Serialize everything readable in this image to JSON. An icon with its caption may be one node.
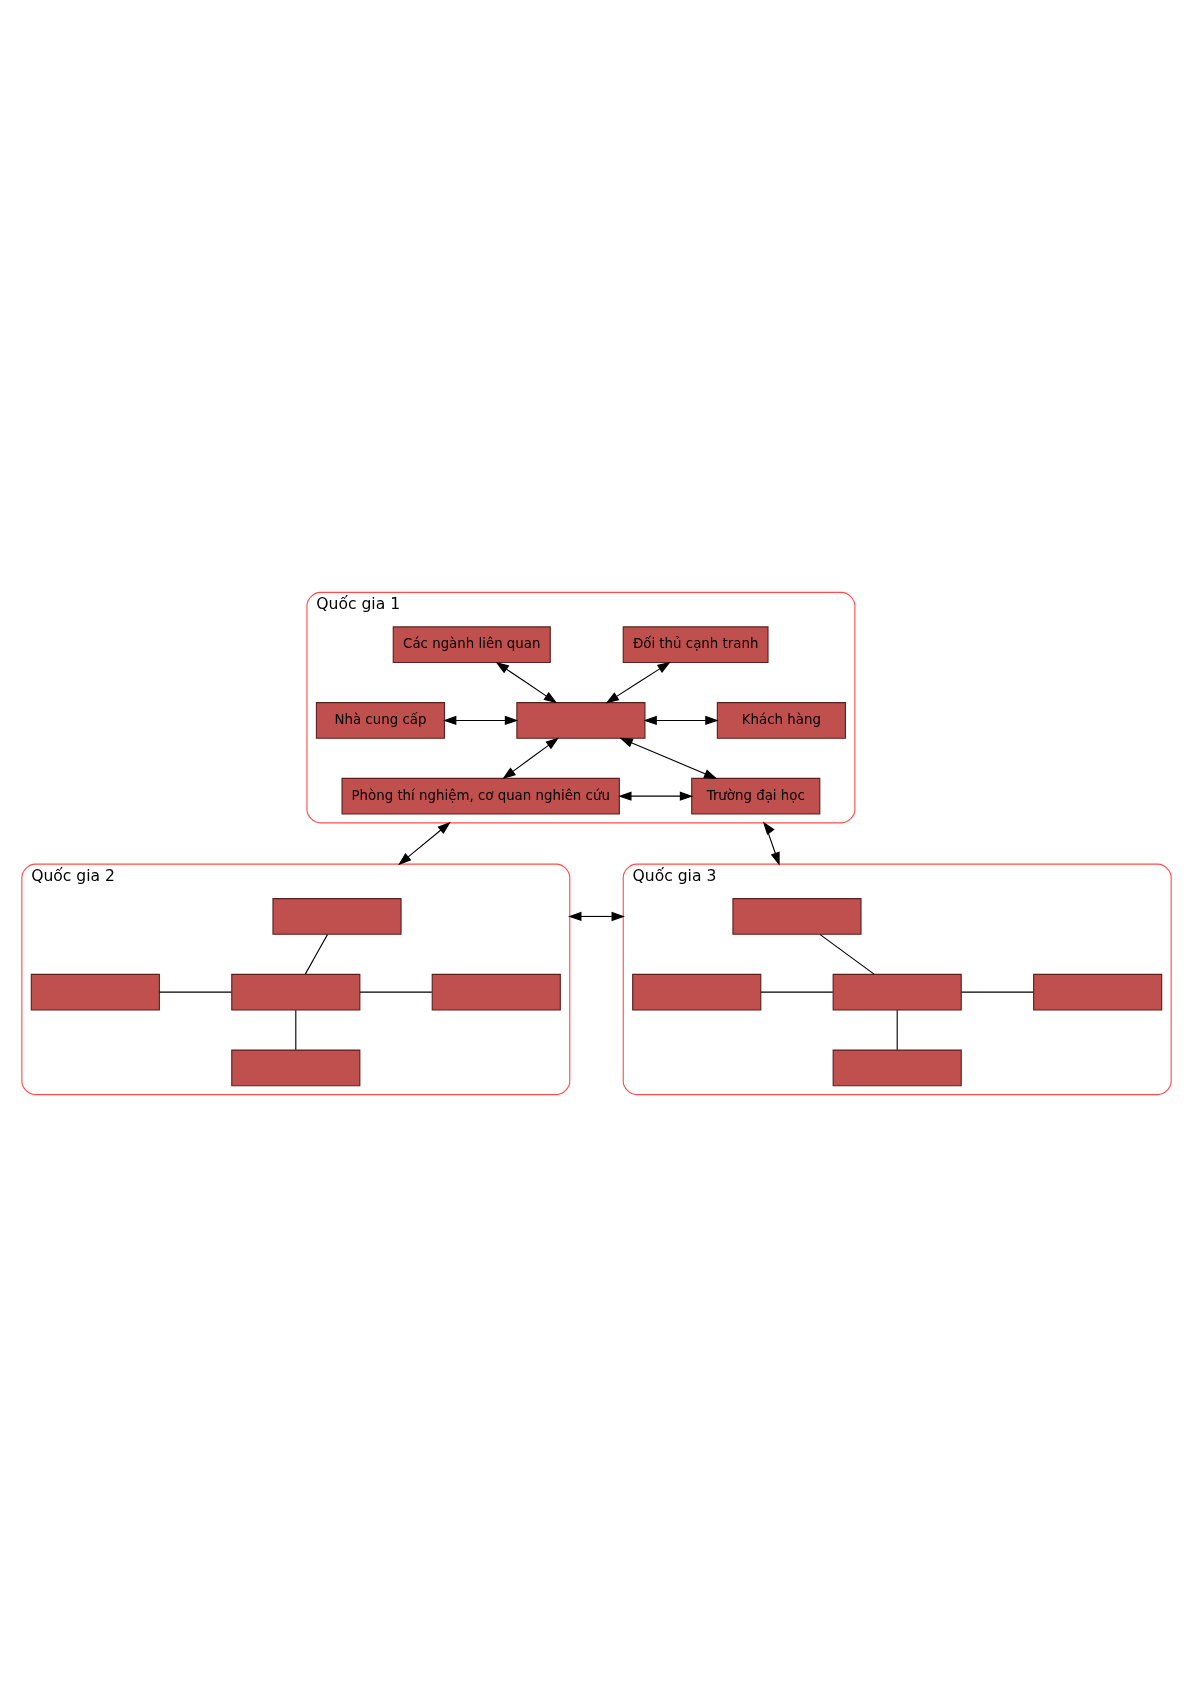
{
  "diagram": {
    "nodes": [
      {
        "text": [
          "Quốc gia 1"
        ]
      },
      {
        "text": [
          "Đối thủ cạnh tranh"
        ],
        "in": 0
      },
      {
        "text": [
          "Các ngành liên quan"
        ],
        "in": 0
      },
      {
        "text": [
          "Nhà cung cấp"
        ],
        "in": 0
      },
      {
        "text": [],
        "shape": "box",
        "in": 0
      },
      {
        "text": [
          "Khách hàng"
        ],
        "in": 0
      },
      {
        "text": [
          "Phòng thí nghiệm, cơ quan nghiên cứu"
        ],
        "in": 0
      },
      {
        "text": [
          "Trường đại học"
        ],
        "in": 0
      },
      {
        "text": [
          "Quốc gia 2"
        ]
      },
      {
        "text": [],
        "shape": "box",
        "in": 8
      },
      {
        "text": [],
        "shape": "box",
        "in": 8
      },
      {
        "text": [],
        "shape": "box",
        "in": 8
      },
      {
        "text": [],
        "shape": "box",
        "in": 8
      },
      {
        "text": [],
        "shape": "box",
        "in": 8
      },
      {
        "text": [
          "Quốc gia 3"
        ]
      },
      {
        "text": [],
        "shape": "box",
        "in": 14
      },
      {
        "text": [],
        "shape": "box",
        "in": 14
      },
      {
        "text": [],
        "shape": "box",
        "in": 14
      },
      {
        "text": [],
        "shape": "box",
        "in": 14
      },
      {
        "text": [],
        "shape": "box",
        "in": 14
      }
    ],
    "edges": [
      {
        "from": 1,
        "to": 4,
        "arrow": "both"
      },
      {
        "from": 2,
        "to": 4,
        "arrow": "both"
      },
      {
        "from": 3,
        "to": 4,
        "arrow": "both"
      },
      {
        "from": 4,
        "to": 5,
        "arrow": "both"
      },
      {
        "from": 4,
        "to": 6,
        "arrow": "both"
      },
      {
        "from": 4,
        "to": 7,
        "arrow": "both"
      },
      {
        "from": 6,
        "to": 7,
        "arrow": "both"
      },
      {
        "from": 0,
        "to": 8,
        "arrow": "both"
      },
      {
        "from": 0,
        "to": 14,
        "arrow": "both"
      },
      {
        "from": 8,
        "to": 14,
        "arrow": "both"
      },
      {
        "from": 9,
        "to": 11,
        "arrow": "none"
      },
      {
        "from": 10,
        "to": 11,
        "arrow": "none"
      },
      {
        "from": 11,
        "to": 12,
        "arrow": "none"
      },
      {
        "from": 11,
        "to": 13,
        "arrow": "none"
      },
      {
        "from": 15,
        "to": 17,
        "arrow": "none"
      },
      {
        "from": 16,
        "to": 17,
        "arrow": "none"
      },
      {
        "from": 17,
        "to": 18,
        "arrow": "none"
      },
      {
        "from": 17,
        "to": 19,
        "arrow": "none"
      }
    ]
  }
}
